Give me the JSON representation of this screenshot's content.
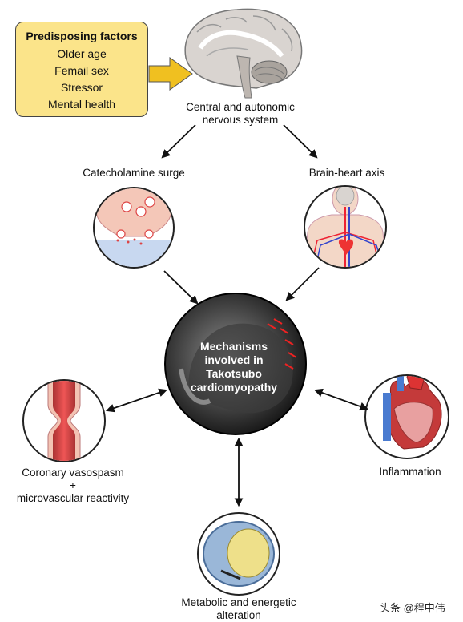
{
  "factors": {
    "title": "Predisposing factors",
    "items": [
      "Older age",
      "Femail sex",
      "Stressor",
      "Mental health"
    ]
  },
  "brain_label": [
    "Central and autonomic",
    "nervous system"
  ],
  "nodes": {
    "catecholamine": "Catecholamine surge",
    "brain_heart": "Brain-heart axis",
    "coronary": [
      "Coronary vasospasm",
      "+",
      "microvascular reactivity"
    ],
    "inflammation": "Inflammation",
    "metabolic": [
      "Metabolic and energetic",
      "alteration"
    ]
  },
  "center": [
    "Mechanisms",
    "involved in",
    "Takotsubo",
    "cardiomyopathy"
  ],
  "watermark": "头条 @程中伟"
}
